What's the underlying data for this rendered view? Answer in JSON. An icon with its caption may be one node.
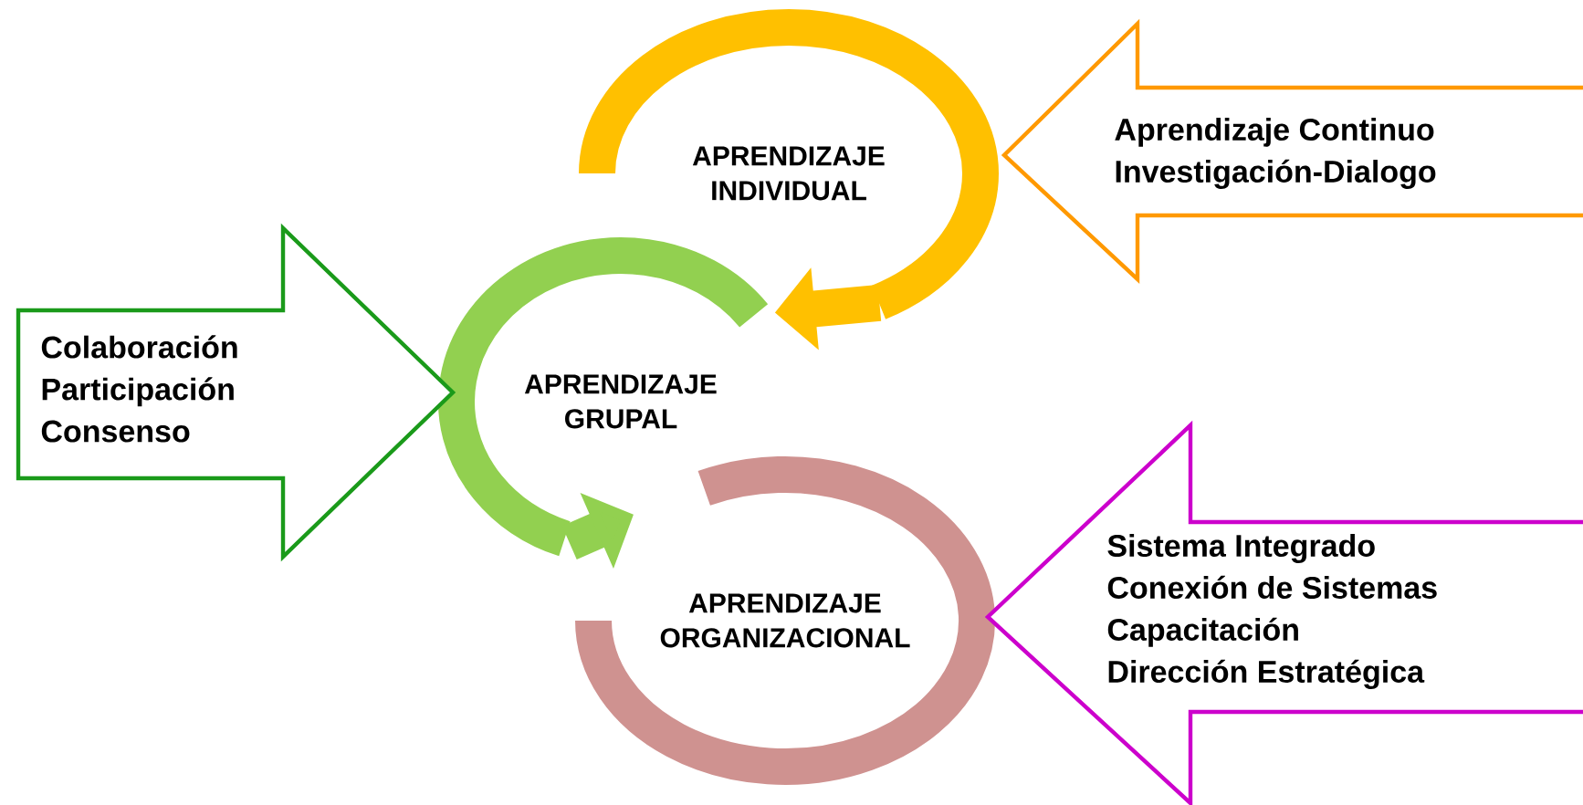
{
  "diagram": {
    "nodes": [
      {
        "text": [
          "APRENDIZAJE INDIVIDUAL"
        ]
      },
      {
        "text": [
          "APRENDIZAJE GRUPAL"
        ]
      },
      {
        "text": [
          "APRENDIZAJE ORGANIZACIONAL"
        ]
      },
      {
        "text": [
          "Aprendizaje Continuo",
          "Investigación-Dialogo"
        ]
      },
      {
        "text": [
          "Colaboración",
          "Participación",
          "Consenso"
        ]
      },
      {
        "text": [
          "Sistema Integrado",
          "Conexión de Sistemas",
          "Capacitación",
          "Dirección Estratégica"
        ]
      }
    ],
    "edges": [
      {
        "from": 0,
        "to": 1,
        "arrow": "to",
        "color": "#ffc000"
      },
      {
        "from": 1,
        "to": 2,
        "arrow": "to",
        "color": "#92d050"
      }
    ]
  }
}
